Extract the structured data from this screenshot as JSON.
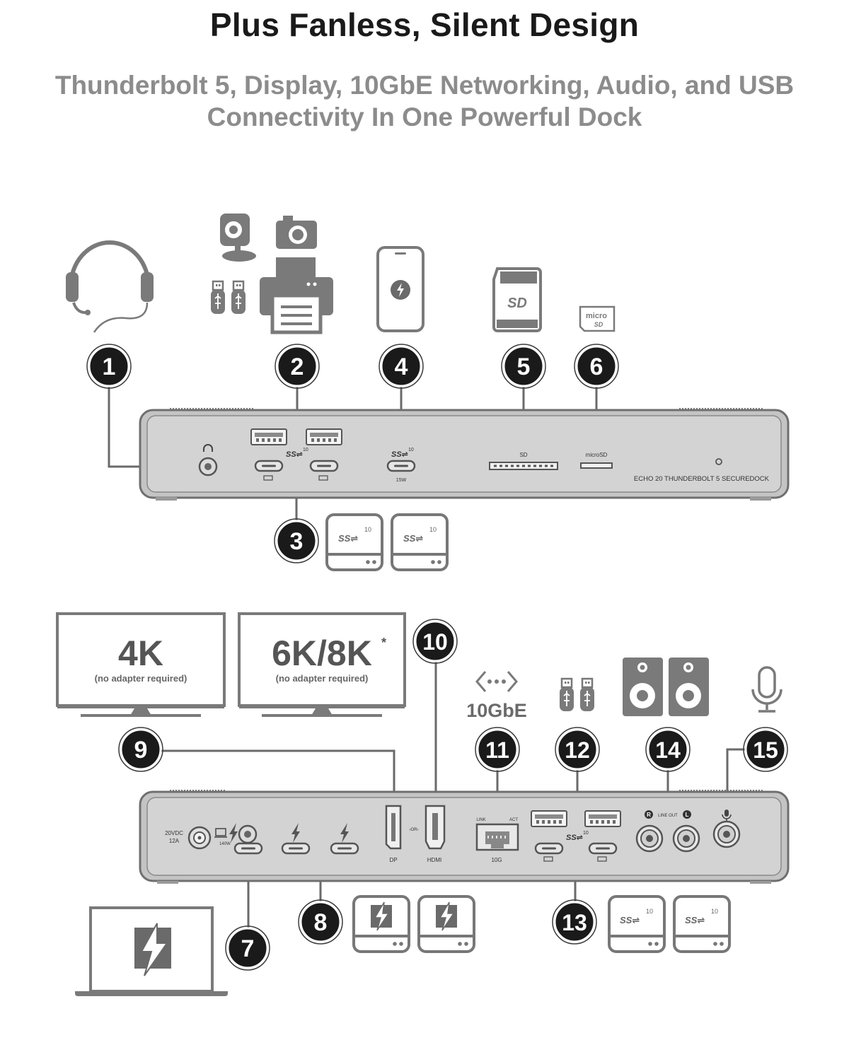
{
  "header": {
    "title": "Plus Fanless, Silent Design",
    "subtitle_line1": "Thunderbolt 5, Display, 10GbE Networking, Audio, and USB",
    "subtitle_line2": "Connectivity In One Powerful Dock"
  },
  "front_panel": {
    "model_name": "ECHO 20 THUNDERBOLT 5 SECUREDOCK",
    "usb_c_power_label": "15W",
    "sd_label": "SD",
    "microsd_label": "microSD",
    "ss_speed": "10"
  },
  "rear_panel": {
    "power_label_line1": "20VDC",
    "power_label_line2": "12A",
    "host_power_label": "140W",
    "dp_label": "DP",
    "or_label": "‹OR›",
    "hdmi_label": "HDMI",
    "link_label": "LINK",
    "act_label": "ACT",
    "lan_label": "10G",
    "line_out_label": "LINE OUT",
    "right_channel": "R",
    "left_channel": "L",
    "ss_speed": "10"
  },
  "monitors": [
    {
      "resolution": "4K",
      "note": "(no adapter required)"
    },
    {
      "resolution": "6K/8K",
      "asterisk": "*",
      "note": "(no adapter required)"
    }
  ],
  "network": {
    "label": "10GbE"
  },
  "drive_ss_speed": "10",
  "callouts": [
    "1",
    "2",
    "3",
    "4",
    "5",
    "6",
    "7",
    "8",
    "9",
    "10",
    "11",
    "12",
    "13",
    "14",
    "15"
  ],
  "icons": {
    "headset": "headset-icon",
    "webcam": "webcam-icon",
    "camera": "camera-icon",
    "usb_sticks": "usb-flash-drive-icon",
    "printer": "printer-icon",
    "phone": "smartphone-charging-icon",
    "sd_card": "sd-card-icon",
    "microsd": "microsd-card-icon",
    "drive": "external-drive-icon",
    "network": "network-icon",
    "speakers": "speaker-icon",
    "microphone": "microphone-icon",
    "laptop": "thunderbolt-laptop-icon",
    "thunderbolt": "thunderbolt-bolt-icon"
  },
  "colors": {
    "badge": "#1a1a1a",
    "dock_body": "#cccccc",
    "icon_gray": "#7a7a7a",
    "line": "#6a6a6a",
    "title": "#1a1a1a",
    "subtitle": "#8c8c8c"
  }
}
